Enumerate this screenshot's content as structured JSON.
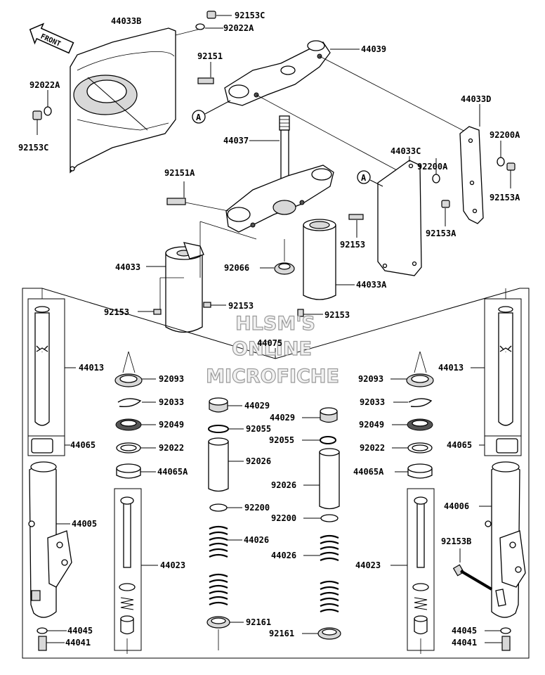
{
  "front_arrow": {
    "label": "FRONT"
  },
  "ref_markers": [
    "A",
    "A"
  ],
  "watermark": [
    "HLSM'S",
    "ONLINE",
    "MICROFICHE"
  ],
  "parts": {
    "p44033B": "44033B",
    "p92153C_top": "92153C",
    "p92022A_top": "92022A",
    "p44039": "44039",
    "p92151": "92151",
    "p92022A_left": "92022A",
    "p92153C_left": "92153C",
    "p44033D": "44033D",
    "p92200A_right": "92200A",
    "p92153A_right": "92153A",
    "p44037": "44037",
    "p44033C": "44033C",
    "p92200A_mid": "92200A",
    "p92151A": "92151A",
    "p92153A_mid": "92153A",
    "p92153_mid": "92153",
    "p44033": "44033",
    "p92066": "92066",
    "p44033A": "44033A",
    "p92153_a": "92153",
    "p92153_b": "92153",
    "p92153_c": "92153",
    "p44075": "44075",
    "p44013_l": "44013",
    "p92093_l": "92093",
    "p92033_l": "92033",
    "p92049_l": "92049",
    "p92022_l": "92022",
    "p44065_l": "44065",
    "p44065A_l": "44065A",
    "p44005": "44005",
    "p44023_l": "44023",
    "p44045_l": "44045",
    "p44041_l": "44041",
    "p44029_l": "44029",
    "p92055_l": "92055",
    "p92026_l": "92026",
    "p92200_l": "92200",
    "p44026_l": "44026",
    "p92161_l": "92161",
    "p44029_r": "44029",
    "p92055_r": "92055",
    "p92026_r": "92026",
    "p92200_r": "92200",
    "p44026_r": "44026",
    "p92161_r": "92161",
    "p44013_r": "44013",
    "p92093_r": "92093",
    "p92033_r": "92033",
    "p92049_r": "92049",
    "p92022_r": "92022",
    "p44065_r": "44065",
    "p44065A_r": "44065A",
    "p44006": "44006",
    "p92153B": "92153B",
    "p44023_r": "44023",
    "p44045_r": "44045",
    "p44041_r": "44041"
  }
}
